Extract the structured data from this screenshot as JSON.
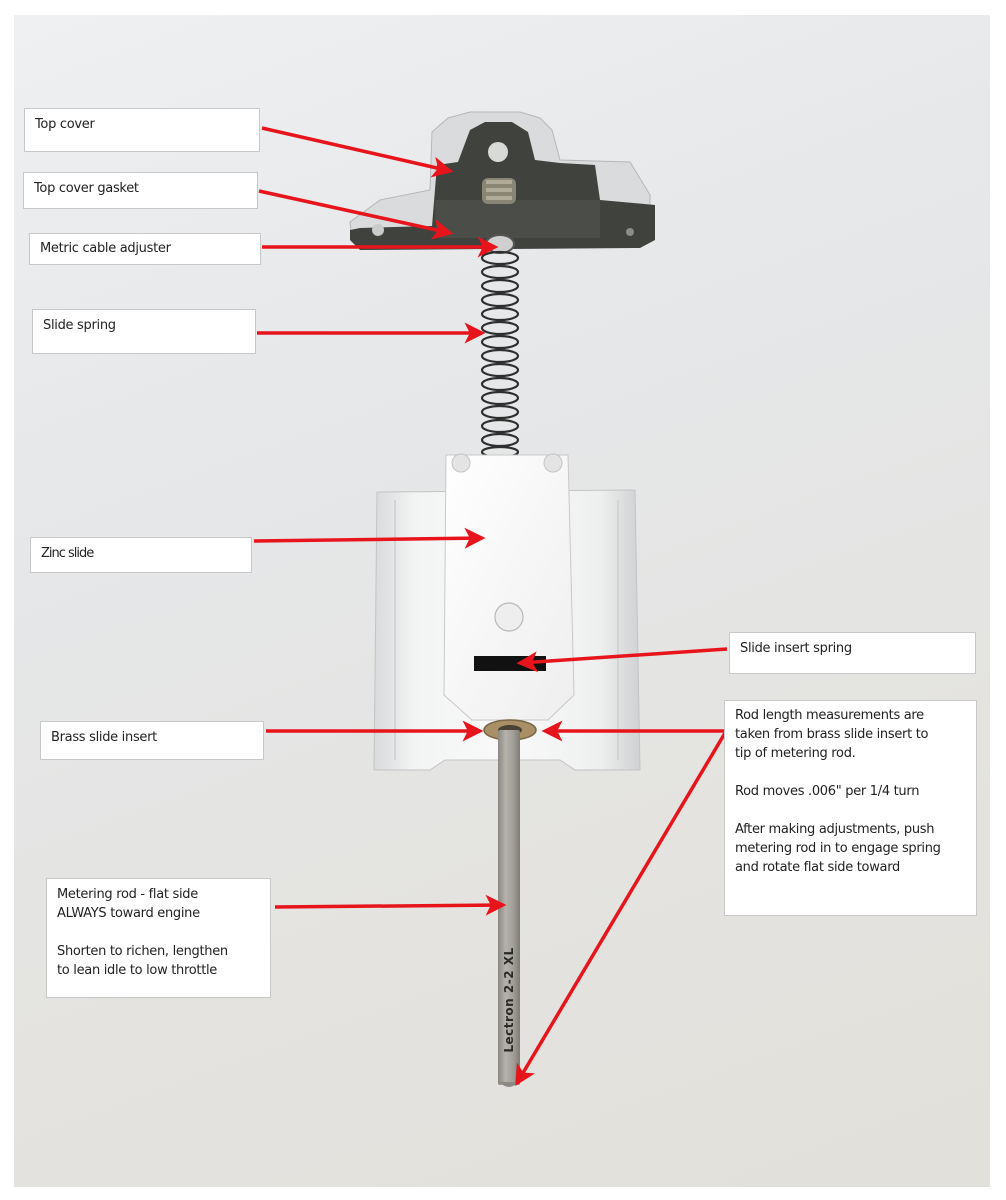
{
  "figure": {
    "subject": "Carburetor slide assembly with metering rod",
    "background_color": "#e6e7e8",
    "arrow_color": "#e8141c"
  },
  "labels": {
    "top_cover": "Top cover",
    "top_cover_gasket": "Top cover gasket",
    "metric_cable_adjuster": "Metric cable adjuster",
    "slide_spring": "Slide spring",
    "zinc_slide": "Zinc slide",
    "slide_insert_spring": "Slide insert spring",
    "brass_slide_insert": "Brass slide insert",
    "metering_rod": {
      "line1": "Metering rod - flat side",
      "line2": "ALWAYS toward engine",
      "line3": "Shorten to richen, lengthen",
      "line4": "to lean idle to low throttle"
    },
    "rod_length_note": {
      "line1": "Rod length measurements  are",
      "line2": "taken from brass slide insert to",
      "line3": "tip of metering rod.",
      "line4": "Rod moves .006\" per 1/4 turn",
      "line5": "After making  adjustments, push",
      "line6": "metering rod in to engage spring",
      "line7": "and rotate flat side toward"
    }
  },
  "rod_marking": "Lectron 2-2 XL"
}
